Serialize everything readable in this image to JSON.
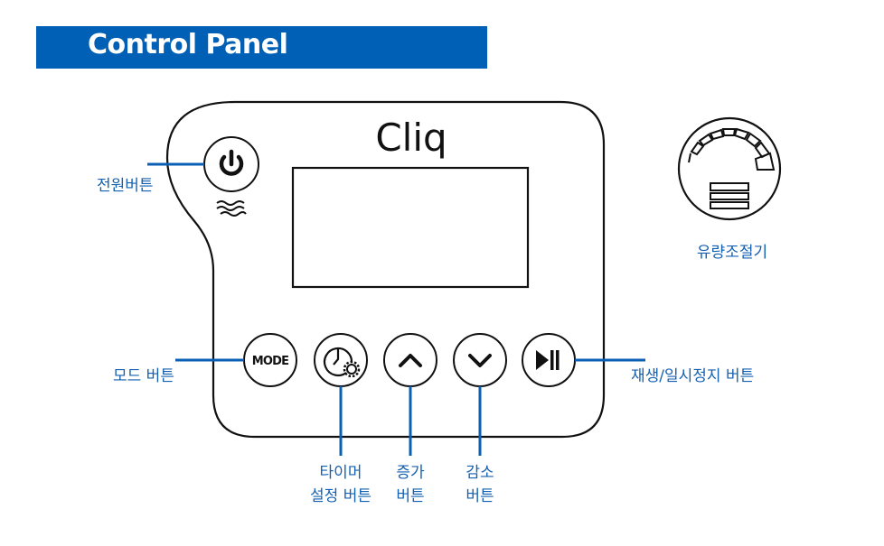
{
  "header": {
    "title": "Control Panel"
  },
  "device": {
    "brand": "Cliq",
    "display": "lcd-screen",
    "buttons": [
      {
        "id": "power",
        "icon": "power-icon"
      },
      {
        "id": "mode",
        "icon": "mode-text",
        "text": "MODE"
      },
      {
        "id": "timer",
        "icon": "clock-gear-icon"
      },
      {
        "id": "increase",
        "icon": "chevron-up-icon"
      },
      {
        "id": "decrease",
        "icon": "chevron-down-icon"
      },
      {
        "id": "play-pause",
        "icon": "play-pause-icon"
      }
    ],
    "indicator_icon": "water-waves-icon"
  },
  "flow_dial": {
    "icon": "flow-dial-icon"
  },
  "labels": {
    "power": "전원버튼",
    "mode": "모드 버튼",
    "play_pause": "재생/일시정지 버튼",
    "flow": "유량조절기",
    "timer_line1": "타이머",
    "timer_line2": "설정 버튼",
    "increase_line1": "증가",
    "increase_line2": "버튼",
    "decrease_line1": "감소",
    "decrease_line2": "버튼"
  },
  "colors": {
    "accent": "#0060b5",
    "label": "#1560b0",
    "outline": "#111111"
  }
}
